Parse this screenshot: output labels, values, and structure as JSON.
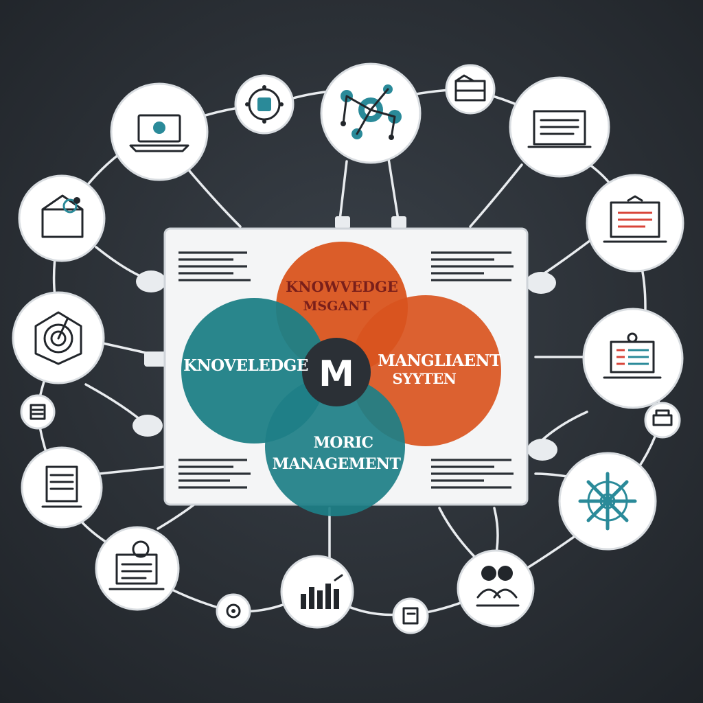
{
  "diagram": {
    "center_letter": "M",
    "venn": {
      "top": {
        "line1": "KNOWVEDGE",
        "line2": "MSGANT",
        "color": "#d9541e"
      },
      "left": {
        "text": "KNOVELEDGE",
        "color": "#1e7f86"
      },
      "right": {
        "line1": "MANGLIAENT",
        "line2": "SYYTEN",
        "color": "#d9541e"
      },
      "bottom": {
        "line1": "MORIC",
        "line2": "MANAGEMENT",
        "color": "#1e7f86"
      },
      "center_color": "#2b3036"
    },
    "nodes": [
      {
        "name": "laptop-icon"
      },
      {
        "name": "network-gear-icon"
      },
      {
        "name": "network-cluster-icon"
      },
      {
        "name": "folder-icon"
      },
      {
        "name": "document-screen-icon"
      },
      {
        "name": "mail-icon"
      },
      {
        "name": "laptop-document-icon"
      },
      {
        "name": "target-icon"
      },
      {
        "name": "laptop-list-icon"
      },
      {
        "name": "small-doc-icon"
      },
      {
        "name": "printer-icon"
      },
      {
        "name": "document-stack-icon"
      },
      {
        "name": "helm-wheel-icon"
      },
      {
        "name": "monitor-user-icon"
      },
      {
        "name": "bar-chart-icon"
      },
      {
        "name": "team-icon"
      },
      {
        "name": "gear-small-icon"
      },
      {
        "name": "note-icon"
      }
    ]
  }
}
